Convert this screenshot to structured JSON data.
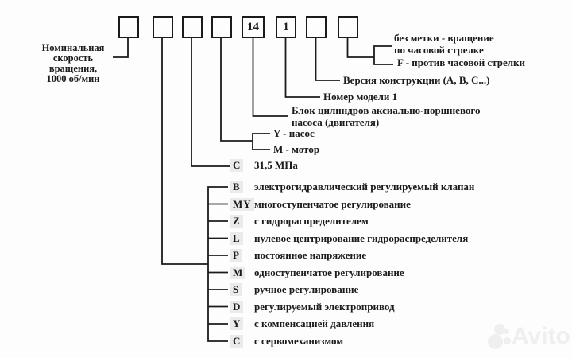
{
  "diagram": {
    "code_boxes": [
      "",
      "",
      "",
      "",
      "14",
      "1",
      "",
      ""
    ],
    "left_label": {
      "line1": "Номинальная",
      "line2": "скорость",
      "line3": "вращения,",
      "line4": "1000 об/мин"
    },
    "rotation": {
      "cw_line1": "без метки - вращение",
      "cw_line2": "по часовой стрелке",
      "ccw": "F - против часовой стрелки"
    },
    "design_version": "Версия конструкции (А, В, С...)",
    "model_number": "Номер модели 1",
    "cylinder_block": {
      "line1": "Блок цилиндров аксиально-поршневого",
      "line2": "насоса (двигателя)"
    },
    "pump": "Y - насос",
    "motor": "М - мотор",
    "pressure": {
      "letter": "С",
      "description": "31,5 МПа"
    },
    "control_list": {
      "items": [
        {
          "letter": "В",
          "description": "электрогидравлический регулируемый клапан"
        },
        {
          "letter": "МY",
          "description": "многоступенчатое регулирование"
        },
        {
          "letter": "Z",
          "description": "с гидрораспределителем"
        },
        {
          "letter": "L",
          "description": "нулевое центрирование гидрораспределителя"
        },
        {
          "letter": "Р",
          "description": "постоянное напряжение"
        },
        {
          "letter": "М",
          "description": "одноступенчатое регулирование"
        },
        {
          "letter": "S",
          "description": "ручное регулирование"
        },
        {
          "letter": "D",
          "description": "регулируемый электропривод"
        },
        {
          "letter": "Y",
          "description": "с компенсацией давления"
        },
        {
          "letter": "С",
          "description": "с сервомеханизмом"
        }
      ]
    }
  },
  "watermark": {
    "text": "Avito"
  },
  "colors": {
    "ink": "#1b1b1b",
    "letter_highlight": "#ebebeb",
    "watermark": "#efefef",
    "background": "#fdfdfd"
  }
}
